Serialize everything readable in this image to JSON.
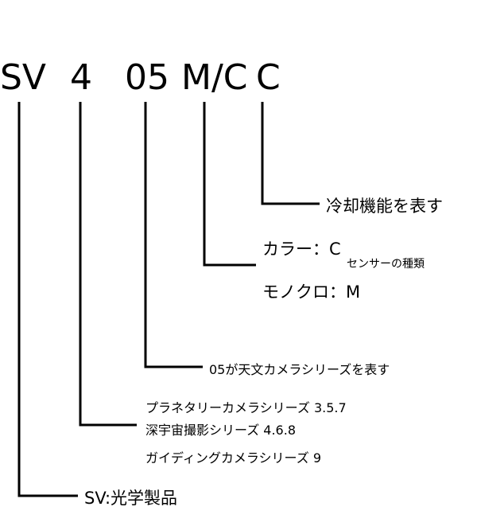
{
  "code": {
    "sv": "SV",
    "series_num": "4",
    "model": "05",
    "color_type": "M/C",
    "cooling": "C"
  },
  "labels": {
    "cooling": "冷却機能を表す",
    "color": "カラー：C",
    "sensor_type": "センサーの種類",
    "mono": "モノクロ：M",
    "model": "05が天文カメラシリーズを表す",
    "planetary": "プラネタリーカメラシリーズ 3.5.7",
    "deep_sky": "深宇宙撮影シリーズ 4.6.8",
    "guiding": "ガイディングカメラシリーズ 9",
    "sv": "SV:光学製品"
  }
}
